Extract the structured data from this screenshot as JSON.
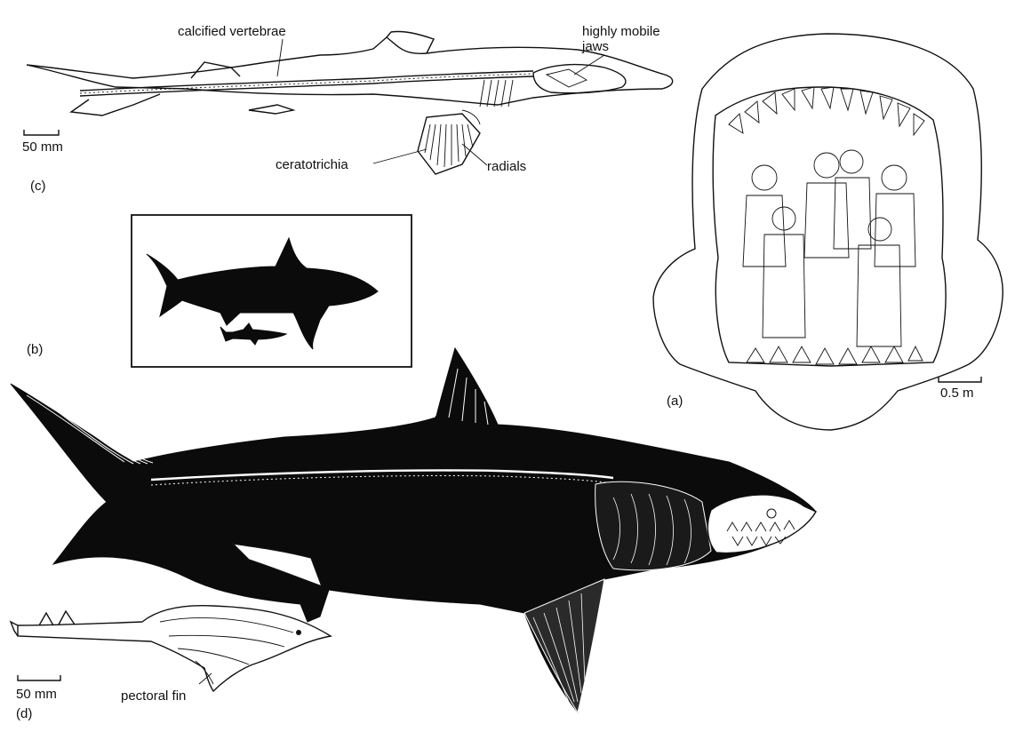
{
  "figure": {
    "panel_a": {
      "label": "(a)",
      "scale_label": "0.5 m"
    },
    "panel_b": {
      "label": "(b)"
    },
    "panel_c": {
      "label": "(c)",
      "scale_label": "50 mm",
      "callouts": {
        "vertebrae": "calcified vertebrae",
        "jaws_line1": "highly mobile",
        "jaws_line2": "jaws",
        "ceratotrichia": "ceratotrichia",
        "radials": "radials"
      }
    },
    "panel_d": {
      "label": "(d)",
      "scale_label": "50 mm",
      "fin_label": "pectoral fin"
    }
  }
}
